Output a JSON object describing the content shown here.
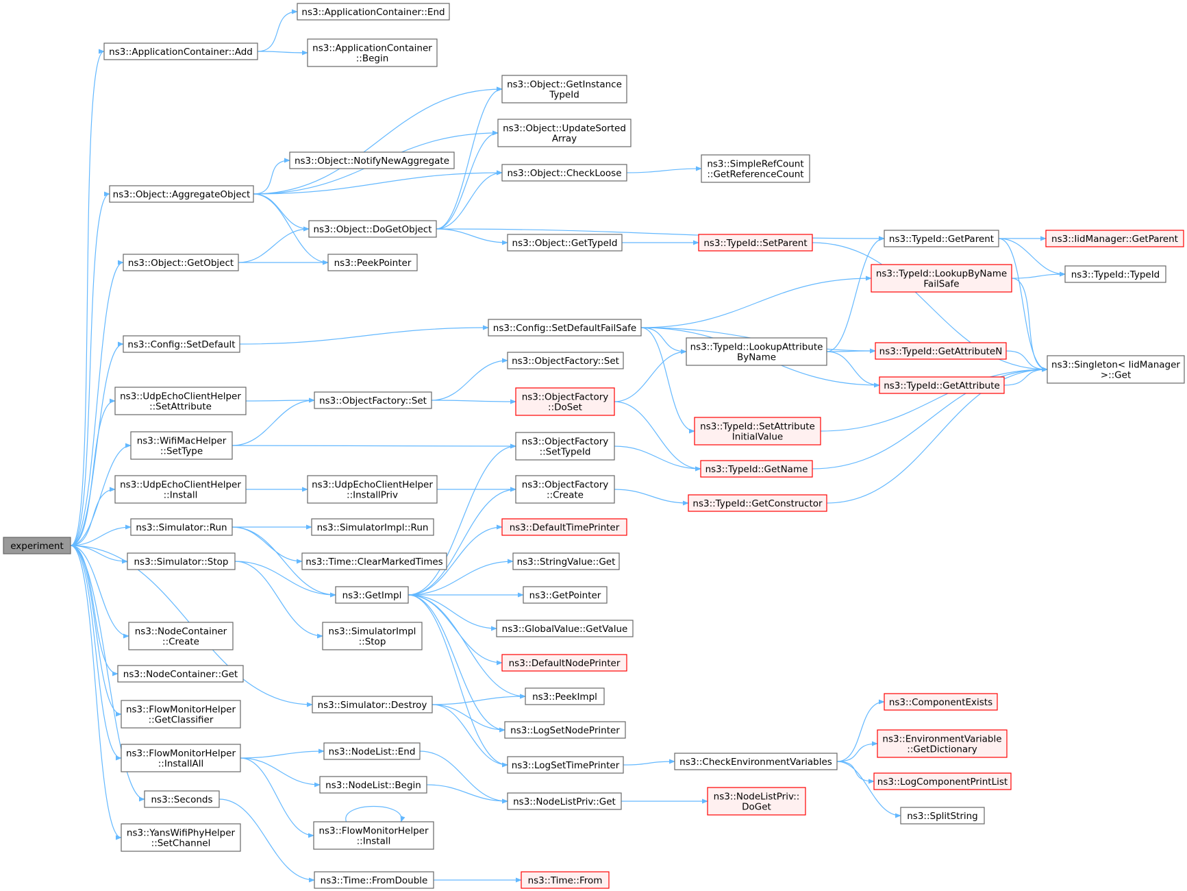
{
  "colors": {
    "edge": "#63b8ff",
    "normal_border": "#666666",
    "normal_fill": "#ffffff",
    "root_border": "#666666",
    "root_fill": "#999999",
    "red_border": "#ff0000",
    "red_fill": "#fff0f0"
  },
  "nodes": [
    {
      "id": "experiment",
      "lines": [
        "experiment"
      ],
      "style": "root"
    },
    {
      "id": "app_add",
      "lines": [
        "ns3::ApplicationContainer::Add"
      ],
      "style": "normal"
    },
    {
      "id": "app_end",
      "lines": [
        "ns3::ApplicationContainer::End"
      ],
      "style": "normal"
    },
    {
      "id": "app_begin",
      "lines": [
        "ns3::ApplicationContainer",
        "::Begin"
      ],
      "style": "normal"
    },
    {
      "id": "obj_agg",
      "lines": [
        "ns3::Object::AggregateObject"
      ],
      "style": "normal"
    },
    {
      "id": "obj_getinst",
      "lines": [
        "ns3::Object::GetInstance",
        "TypeId"
      ],
      "style": "normal"
    },
    {
      "id": "obj_update",
      "lines": [
        "ns3::Object::UpdateSorted",
        "Array"
      ],
      "style": "normal"
    },
    {
      "id": "obj_notify",
      "lines": [
        "ns3::Object::NotifyNewAggregate"
      ],
      "style": "normal"
    },
    {
      "id": "obj_checkloose",
      "lines": [
        "ns3::Object::CheckLoose"
      ],
      "style": "normal"
    },
    {
      "id": "simplerefcount",
      "lines": [
        "ns3::SimpleRefCount",
        "::GetReferenceCount"
      ],
      "style": "normal"
    },
    {
      "id": "obj_dogetobject",
      "lines": [
        "ns3::Object::DoGetObject"
      ],
      "style": "normal"
    },
    {
      "id": "obj_gettypeid",
      "lines": [
        "ns3::Object::GetTypeId"
      ],
      "style": "normal"
    },
    {
      "id": "obj_getobject",
      "lines": [
        "ns3::Object::GetObject"
      ],
      "style": "normal"
    },
    {
      "id": "peekpointer",
      "lines": [
        "ns3::PeekPointer"
      ],
      "style": "normal"
    },
    {
      "id": "typeid_setparent",
      "lines": [
        "ns3::TypeId::SetParent"
      ],
      "style": "red"
    },
    {
      "id": "typeid_getparent",
      "lines": [
        "ns3::TypeId::GetParent"
      ],
      "style": "normal"
    },
    {
      "id": "iid_getparent",
      "lines": [
        "ns3::IidManager::GetParent"
      ],
      "style": "red"
    },
    {
      "id": "typeid_lookupbyname",
      "lines": [
        "ns3::TypeId::LookupByName",
        "FailSafe"
      ],
      "style": "red"
    },
    {
      "id": "typeid_typeid",
      "lines": [
        "ns3::TypeId::TypeId"
      ],
      "style": "normal"
    },
    {
      "id": "singleton_get",
      "lines": [
        "ns3::Singleton< IidManager",
        " >::Get"
      ],
      "style": "normal"
    },
    {
      "id": "config_setdefault",
      "lines": [
        "ns3::Config::SetDefault"
      ],
      "style": "normal"
    },
    {
      "id": "config_setdefaultfs",
      "lines": [
        "ns3::Config::SetDefaultFailSafe"
      ],
      "style": "normal"
    },
    {
      "id": "typeid_lookupattr",
      "lines": [
        "ns3::TypeId::LookupAttribute",
        "ByName"
      ],
      "style": "normal"
    },
    {
      "id": "typeid_getattrN",
      "lines": [
        "ns3::TypeId::GetAttributeN"
      ],
      "style": "red"
    },
    {
      "id": "typeid_getattr",
      "lines": [
        "ns3::TypeId::GetAttribute"
      ],
      "style": "red"
    },
    {
      "id": "udp_setattr",
      "lines": [
        "ns3::UdpEchoClientHelper",
        "::SetAttribute"
      ],
      "style": "normal"
    },
    {
      "id": "objfac_set",
      "lines": [
        "ns3::ObjectFactory::Set"
      ],
      "style": "normal"
    },
    {
      "id": "objfac_set2",
      "lines": [
        "ns3::ObjectFactory::Set"
      ],
      "style": "normal"
    },
    {
      "id": "objfac_doset",
      "lines": [
        "ns3::ObjectFactory",
        "::DoSet"
      ],
      "style": "red"
    },
    {
      "id": "typeid_setattrinit",
      "lines": [
        "ns3::TypeId::SetAttribute",
        "InitialValue"
      ],
      "style": "red"
    },
    {
      "id": "wifimac_settype",
      "lines": [
        "ns3::WifiMacHelper",
        "::SetType"
      ],
      "style": "normal"
    },
    {
      "id": "objfac_settypeid",
      "lines": [
        "ns3::ObjectFactory",
        "::SetTypeId"
      ],
      "style": "normal"
    },
    {
      "id": "typeid_getname",
      "lines": [
        "ns3::TypeId::GetName"
      ],
      "style": "red"
    },
    {
      "id": "udp_install",
      "lines": [
        "ns3::UdpEchoClientHelper",
        "::Install"
      ],
      "style": "normal"
    },
    {
      "id": "udp_installpriv",
      "lines": [
        "ns3::UdpEchoClientHelper",
        "::InstallPriv"
      ],
      "style": "normal"
    },
    {
      "id": "objfac_create",
      "lines": [
        "ns3::ObjectFactory",
        "::Create"
      ],
      "style": "normal"
    },
    {
      "id": "typeid_getconstructor",
      "lines": [
        "ns3::TypeId::GetConstructor"
      ],
      "style": "red"
    },
    {
      "id": "sim_run",
      "lines": [
        "ns3::Simulator::Run"
      ],
      "style": "normal"
    },
    {
      "id": "simimpl_run",
      "lines": [
        "ns3::SimulatorImpl::Run"
      ],
      "style": "normal"
    },
    {
      "id": "defaulttimeprinter",
      "lines": [
        "ns3::DefaultTimePrinter"
      ],
      "style": "red"
    },
    {
      "id": "time_clearmarked",
      "lines": [
        "ns3::Time::ClearMarkedTimes"
      ],
      "style": "normal"
    },
    {
      "id": "sim_stop",
      "lines": [
        "ns3::Simulator::Stop"
      ],
      "style": "normal"
    },
    {
      "id": "stringvalue_get",
      "lines": [
        "ns3::StringValue::Get"
      ],
      "style": "normal"
    },
    {
      "id": "getimpl",
      "lines": [
        "ns3::GetImpl"
      ],
      "style": "normal"
    },
    {
      "id": "getpointer",
      "lines": [
        "ns3::GetPointer"
      ],
      "style": "normal"
    },
    {
      "id": "globalvalue_getvalue",
      "lines": [
        "ns3::GlobalValue::GetValue"
      ],
      "style": "normal"
    },
    {
      "id": "nodecont_create",
      "lines": [
        "ns3::NodeContainer",
        "::Create"
      ],
      "style": "normal"
    },
    {
      "id": "simimpl_stop",
      "lines": [
        "ns3::SimulatorImpl",
        "::Stop"
      ],
      "style": "normal"
    },
    {
      "id": "defaultnodeprinter",
      "lines": [
        "ns3::DefaultNodePrinter"
      ],
      "style": "red"
    },
    {
      "id": "nodecont_get",
      "lines": [
        "ns3::NodeContainer::Get"
      ],
      "style": "normal"
    },
    {
      "id": "peekimpl",
      "lines": [
        "ns3::PeekImpl"
      ],
      "style": "normal"
    },
    {
      "id": "fm_getclassifier",
      "lines": [
        "ns3::FlowMonitorHelper",
        "::GetClassifier"
      ],
      "style": "normal"
    },
    {
      "id": "sim_destroy",
      "lines": [
        "ns3::Simulator::Destroy"
      ],
      "style": "normal"
    },
    {
      "id": "componentexists",
      "lines": [
        "ns3::ComponentExists"
      ],
      "style": "red"
    },
    {
      "id": "logsetnodeprinter",
      "lines": [
        "ns3::LogSetNodePrinter"
      ],
      "style": "normal"
    },
    {
      "id": "envvar_getdict",
      "lines": [
        "ns3::EnvironmentVariable",
        "::GetDictionary"
      ],
      "style": "red"
    },
    {
      "id": "fm_installall",
      "lines": [
        "ns3::FlowMonitorHelper",
        "::InstallAll"
      ],
      "style": "normal"
    },
    {
      "id": "nodelist_end",
      "lines": [
        "ns3::NodeList::End"
      ],
      "style": "normal"
    },
    {
      "id": "logsettimeprinter",
      "lines": [
        "ns3::LogSetTimePrinter"
      ],
      "style": "normal"
    },
    {
      "id": "checkenvvars",
      "lines": [
        "ns3::CheckEnvironmentVariables"
      ],
      "style": "normal"
    },
    {
      "id": "logcompprintlist",
      "lines": [
        "ns3::LogComponentPrintList"
      ],
      "style": "red"
    },
    {
      "id": "nodelist_begin",
      "lines": [
        "ns3::NodeList::Begin"
      ],
      "style": "normal"
    },
    {
      "id": "nodelistpriv_get",
      "lines": [
        "ns3::NodeListPriv::Get"
      ],
      "style": "normal"
    },
    {
      "id": "nodelistpriv_doget",
      "lines": [
        "ns3::NodeListPriv::",
        "DoGet"
      ],
      "style": "red"
    },
    {
      "id": "seconds",
      "lines": [
        "ns3::Seconds"
      ],
      "style": "normal"
    },
    {
      "id": "splitstring",
      "lines": [
        "ns3::SplitString"
      ],
      "style": "normal"
    },
    {
      "id": "fm_install",
      "lines": [
        "ns3::FlowMonitorHelper",
        "::Install"
      ],
      "style": "normal"
    },
    {
      "id": "yans_setchannel",
      "lines": [
        "ns3::YansWifiPhyHelper",
        "::SetChannel"
      ],
      "style": "normal"
    },
    {
      "id": "time_fromdouble",
      "lines": [
        "ns3::Time::FromDouble"
      ],
      "style": "normal"
    },
    {
      "id": "time_from",
      "lines": [
        "ns3::Time::From"
      ],
      "style": "red"
    }
  ],
  "edges": [
    [
      "experiment",
      "app_add"
    ],
    [
      "app_add",
      "app_end"
    ],
    [
      "app_add",
      "app_begin"
    ],
    [
      "experiment",
      "obj_agg"
    ],
    [
      "obj_agg",
      "obj_getinst"
    ],
    [
      "obj_agg",
      "obj_update"
    ],
    [
      "obj_agg",
      "obj_notify"
    ],
    [
      "obj_agg",
      "obj_checkloose"
    ],
    [
      "obj_agg",
      "obj_dogetobject"
    ],
    [
      "obj_agg",
      "peekpointer"
    ],
    [
      "obj_checkloose",
      "simplerefcount"
    ],
    [
      "obj_dogetobject",
      "obj_getinst"
    ],
    [
      "obj_dogetobject",
      "obj_update"
    ],
    [
      "obj_dogetobject",
      "obj_checkloose"
    ],
    [
      "obj_dogetobject",
      "obj_gettypeid"
    ],
    [
      "obj_dogetobject",
      "typeid_getparent"
    ],
    [
      "obj_gettypeid",
      "typeid_setparent"
    ],
    [
      "typeid_setparent",
      "singleton_get"
    ],
    [
      "experiment",
      "obj_getobject"
    ],
    [
      "obj_getobject",
      "obj_dogetobject"
    ],
    [
      "obj_getobject",
      "peekpointer"
    ],
    [
      "typeid_getparent",
      "iid_getparent"
    ],
    [
      "typeid_getparent",
      "typeid_typeid"
    ],
    [
      "typeid_getparent",
      "singleton_get"
    ],
    [
      "typeid_lookupbyname",
      "typeid_typeid"
    ],
    [
      "typeid_lookupbyname",
      "singleton_get"
    ],
    [
      "experiment",
      "config_setdefault"
    ],
    [
      "config_setdefault",
      "config_setdefaultfs"
    ],
    [
      "config_setdefaultfs",
      "typeid_lookupbyname"
    ],
    [
      "config_setdefaultfs",
      "typeid_lookupattr"
    ],
    [
      "config_setdefaultfs",
      "typeid_getattrN"
    ],
    [
      "config_setdefaultfs",
      "typeid_getattr"
    ],
    [
      "config_setdefaultfs",
      "typeid_setattrinit"
    ],
    [
      "typeid_lookupattr",
      "typeid_getparent"
    ],
    [
      "typeid_lookupattr",
      "typeid_getattrN"
    ],
    [
      "typeid_lookupattr",
      "typeid_getattr"
    ],
    [
      "typeid_getattrN",
      "singleton_get"
    ],
    [
      "typeid_getattr",
      "singleton_get"
    ],
    [
      "typeid_setattrinit",
      "singleton_get"
    ],
    [
      "typeid_getname",
      "singleton_get"
    ],
    [
      "typeid_getconstructor",
      "singleton_get"
    ],
    [
      "experiment",
      "udp_setattr"
    ],
    [
      "udp_setattr",
      "objfac_set"
    ],
    [
      "objfac_set",
      "objfac_set2"
    ],
    [
      "objfac_set",
      "objfac_doset"
    ],
    [
      "objfac_doset",
      "typeid_lookupattr"
    ],
    [
      "objfac_doset",
      "typeid_getname"
    ],
    [
      "experiment",
      "wifimac_settype"
    ],
    [
      "wifimac_settype",
      "objfac_set"
    ],
    [
      "wifimac_settype",
      "objfac_settypeid"
    ],
    [
      "objfac_settypeid",
      "typeid_getname"
    ],
    [
      "experiment",
      "udp_install"
    ],
    [
      "udp_install",
      "udp_installpriv"
    ],
    [
      "udp_installpriv",
      "objfac_create"
    ],
    [
      "objfac_create",
      "typeid_getconstructor"
    ],
    [
      "experiment",
      "sim_run"
    ],
    [
      "sim_run",
      "simimpl_run"
    ],
    [
      "sim_run",
      "time_clearmarked"
    ],
    [
      "sim_run",
      "getimpl"
    ],
    [
      "experiment",
      "sim_stop"
    ],
    [
      "sim_stop",
      "getimpl"
    ],
    [
      "sim_stop",
      "simimpl_stop"
    ],
    [
      "getimpl",
      "objfac_settypeid"
    ],
    [
      "getimpl",
      "objfac_create"
    ],
    [
      "getimpl",
      "defaulttimeprinter"
    ],
    [
      "getimpl",
      "stringvalue_get"
    ],
    [
      "getimpl",
      "getpointer"
    ],
    [
      "getimpl",
      "globalvalue_getvalue"
    ],
    [
      "getimpl",
      "defaultnodeprinter"
    ],
    [
      "getimpl",
      "peekimpl"
    ],
    [
      "getimpl",
      "logsetnodeprinter"
    ],
    [
      "getimpl",
      "logsettimeprinter"
    ],
    [
      "experiment",
      "nodecont_create"
    ],
    [
      "experiment",
      "nodecont_get"
    ],
    [
      "experiment",
      "fm_getclassifier"
    ],
    [
      "experiment",
      "sim_destroy"
    ],
    [
      "sim_destroy",
      "peekimpl"
    ],
    [
      "sim_destroy",
      "logsetnodeprinter"
    ],
    [
      "sim_destroy",
      "logsettimeprinter"
    ],
    [
      "logsettimeprinter",
      "checkenvvars"
    ],
    [
      "checkenvvars",
      "componentexists"
    ],
    [
      "checkenvvars",
      "envvar_getdict"
    ],
    [
      "checkenvvars",
      "logcompprintlist"
    ],
    [
      "checkenvvars",
      "splitstring"
    ],
    [
      "experiment",
      "fm_installall"
    ],
    [
      "fm_installall",
      "nodelist_end"
    ],
    [
      "fm_installall",
      "nodelist_begin"
    ],
    [
      "fm_installall",
      "fm_install"
    ],
    [
      "fm_install",
      "fm_install"
    ],
    [
      "nodelist_end",
      "nodelistpriv_get"
    ],
    [
      "nodelist_begin",
      "nodelistpriv_get"
    ],
    [
      "nodelistpriv_get",
      "nodelistpriv_doget"
    ],
    [
      "experiment",
      "seconds"
    ],
    [
      "seconds",
      "time_fromdouble"
    ],
    [
      "time_fromdouble",
      "time_from"
    ],
    [
      "experiment",
      "yans_setchannel"
    ]
  ]
}
